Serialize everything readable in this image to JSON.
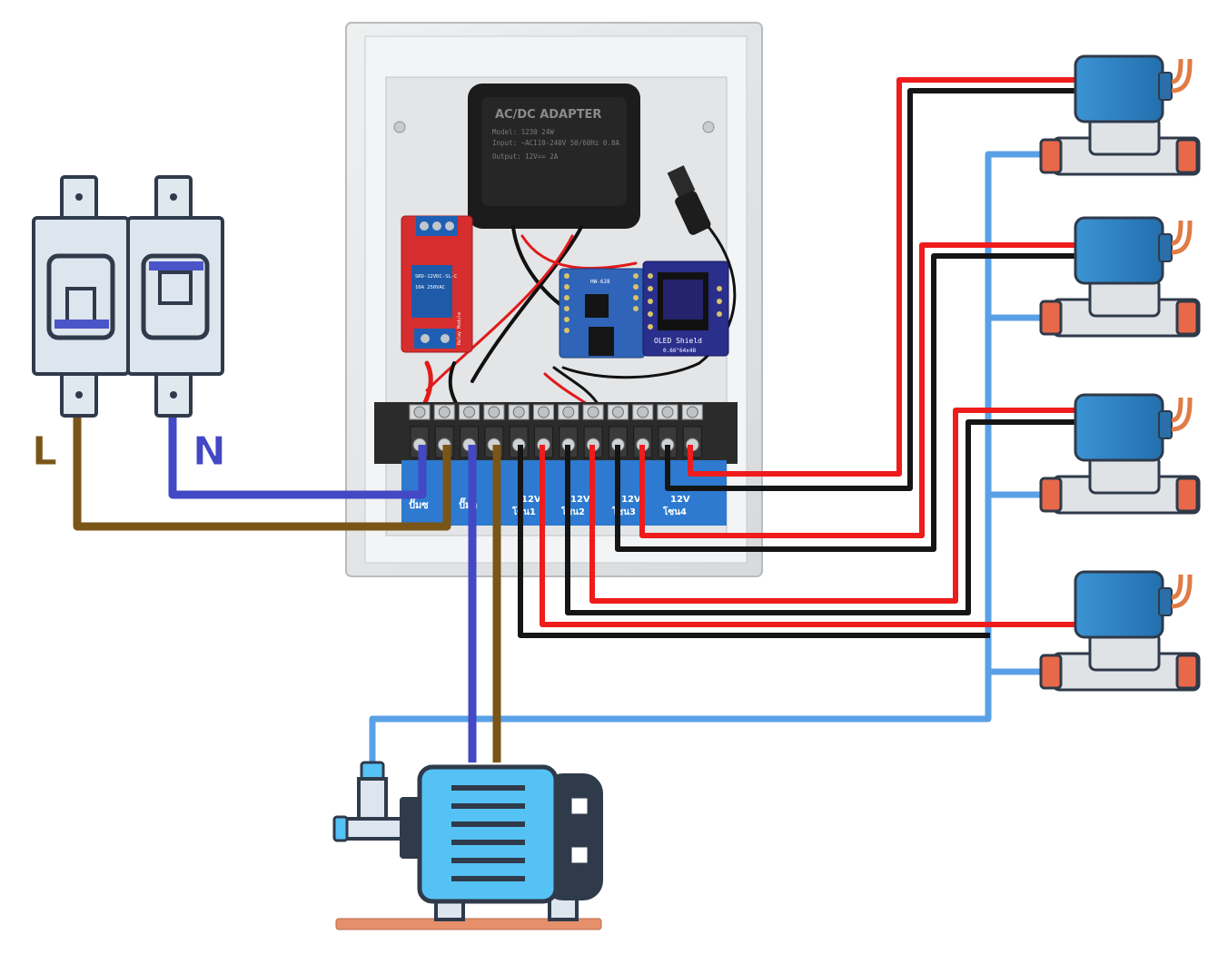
{
  "breaker": {
    "live_label": "L",
    "neutral_label": "N"
  },
  "adapter": {
    "title": "AC/DC ADAPTER",
    "model": "Model: 1230 24W",
    "input": "Input: ~AC110-240V 50/60Hz 0.8A",
    "output": "Output: 12V== 2A"
  },
  "relay_module": {
    "lines": [
      "SRD-12VDC-SL-C",
      "10A 250VAC",
      "Relay Module"
    ]
  },
  "mcu": {
    "label": "HW-628"
  },
  "oled": {
    "label": "OLED Shield",
    "spec": "0.66\"64x48"
  },
  "terminal_labels": [
    "ปั๊มซ",
    "ปั๊มอ",
    "12V\nโซน1",
    "12V\nโซน2",
    "12V\nโซน3",
    "12V\nโซน4"
  ],
  "colors": {
    "live_wire": "#7a5518",
    "neutral_wire": "#4348c4",
    "positive_wire": "#ee1c1c",
    "negative_wire": "#151515",
    "water_pipe": "#5aa0e6",
    "valve_body": "#2f86c8",
    "pump_body": "#55c2f5"
  },
  "icons": [
    "circuit-breaker-icon",
    "solenoid-valve-icon",
    "water-pump-icon",
    "dc-barrel-plug-icon"
  ]
}
